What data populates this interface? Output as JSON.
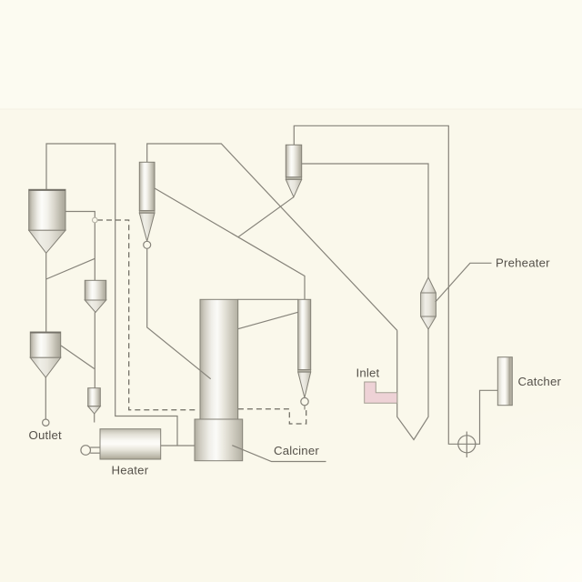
{
  "diagram": {
    "type": "process-flow-diagram",
    "labels": {
      "outlet": "Outlet",
      "heater": "Heater",
      "calciner": "Calciner",
      "inlet": "Inlet",
      "preheater": "Preheater",
      "catcher": "Catcher"
    },
    "colors": {
      "background": "#faf8eb",
      "background_top": "#fcfbf1",
      "line": "#86837a",
      "dashed_line": "#6e6b62",
      "label_text": "#55514a",
      "inlet_fill": "#eed2d6",
      "inlet_stroke": "#a29d92",
      "vessel_stroke": "#838076"
    }
  }
}
